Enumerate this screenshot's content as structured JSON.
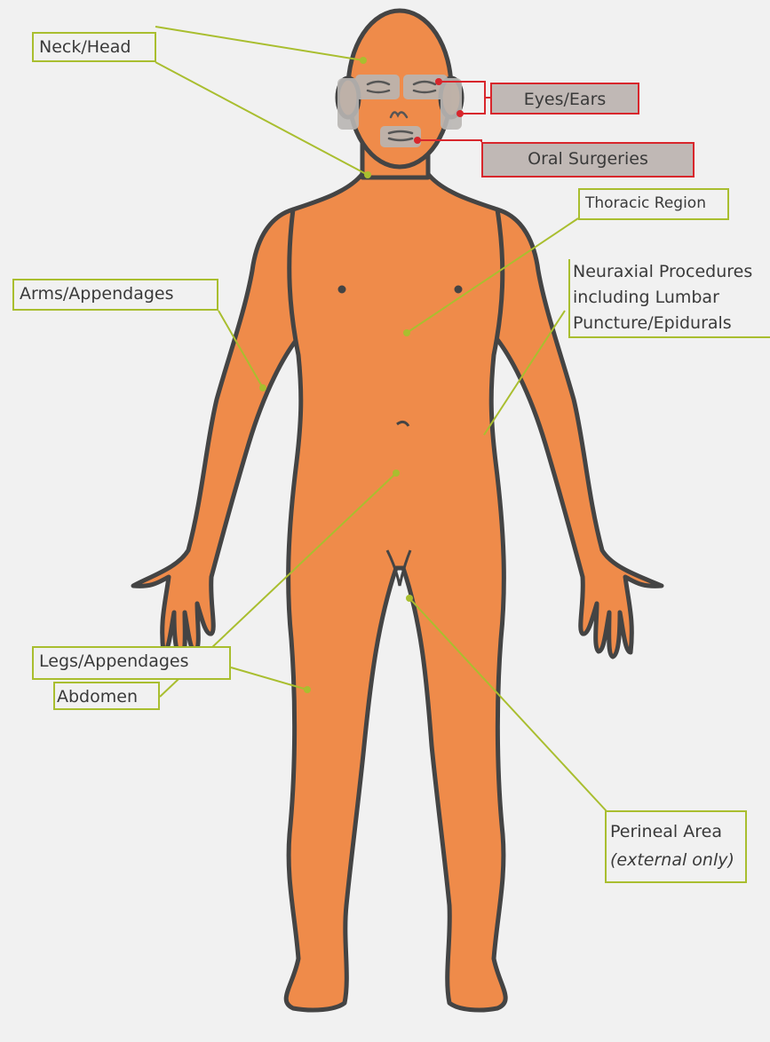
{
  "labels": {
    "neck_head": "Neck/Head",
    "eyes_ears": "Eyes/Ears",
    "oral_surgeries": "Oral Surgeries",
    "thoracic_region": "Thoracic Region",
    "neuraxial_line1": "Neuraxial Procedures",
    "neuraxial_line2": "including Lumbar",
    "neuraxial_line3": "Puncture/Epidurals",
    "arms_appendages": "Arms/Appendages",
    "abdomen": "Abdomen",
    "legs_appendages": "Legs/Appendages",
    "perineal_line1": "Perineal Area",
    "perineal_line2": "(external only)"
  },
  "colors": {
    "body_fill": "#ef8b4a",
    "body_outline": "#444444",
    "leader_green": "#a9be2f",
    "leader_red": "#d8262c",
    "face_patch": "#b9b6b3",
    "background": "#f1f1f1"
  }
}
